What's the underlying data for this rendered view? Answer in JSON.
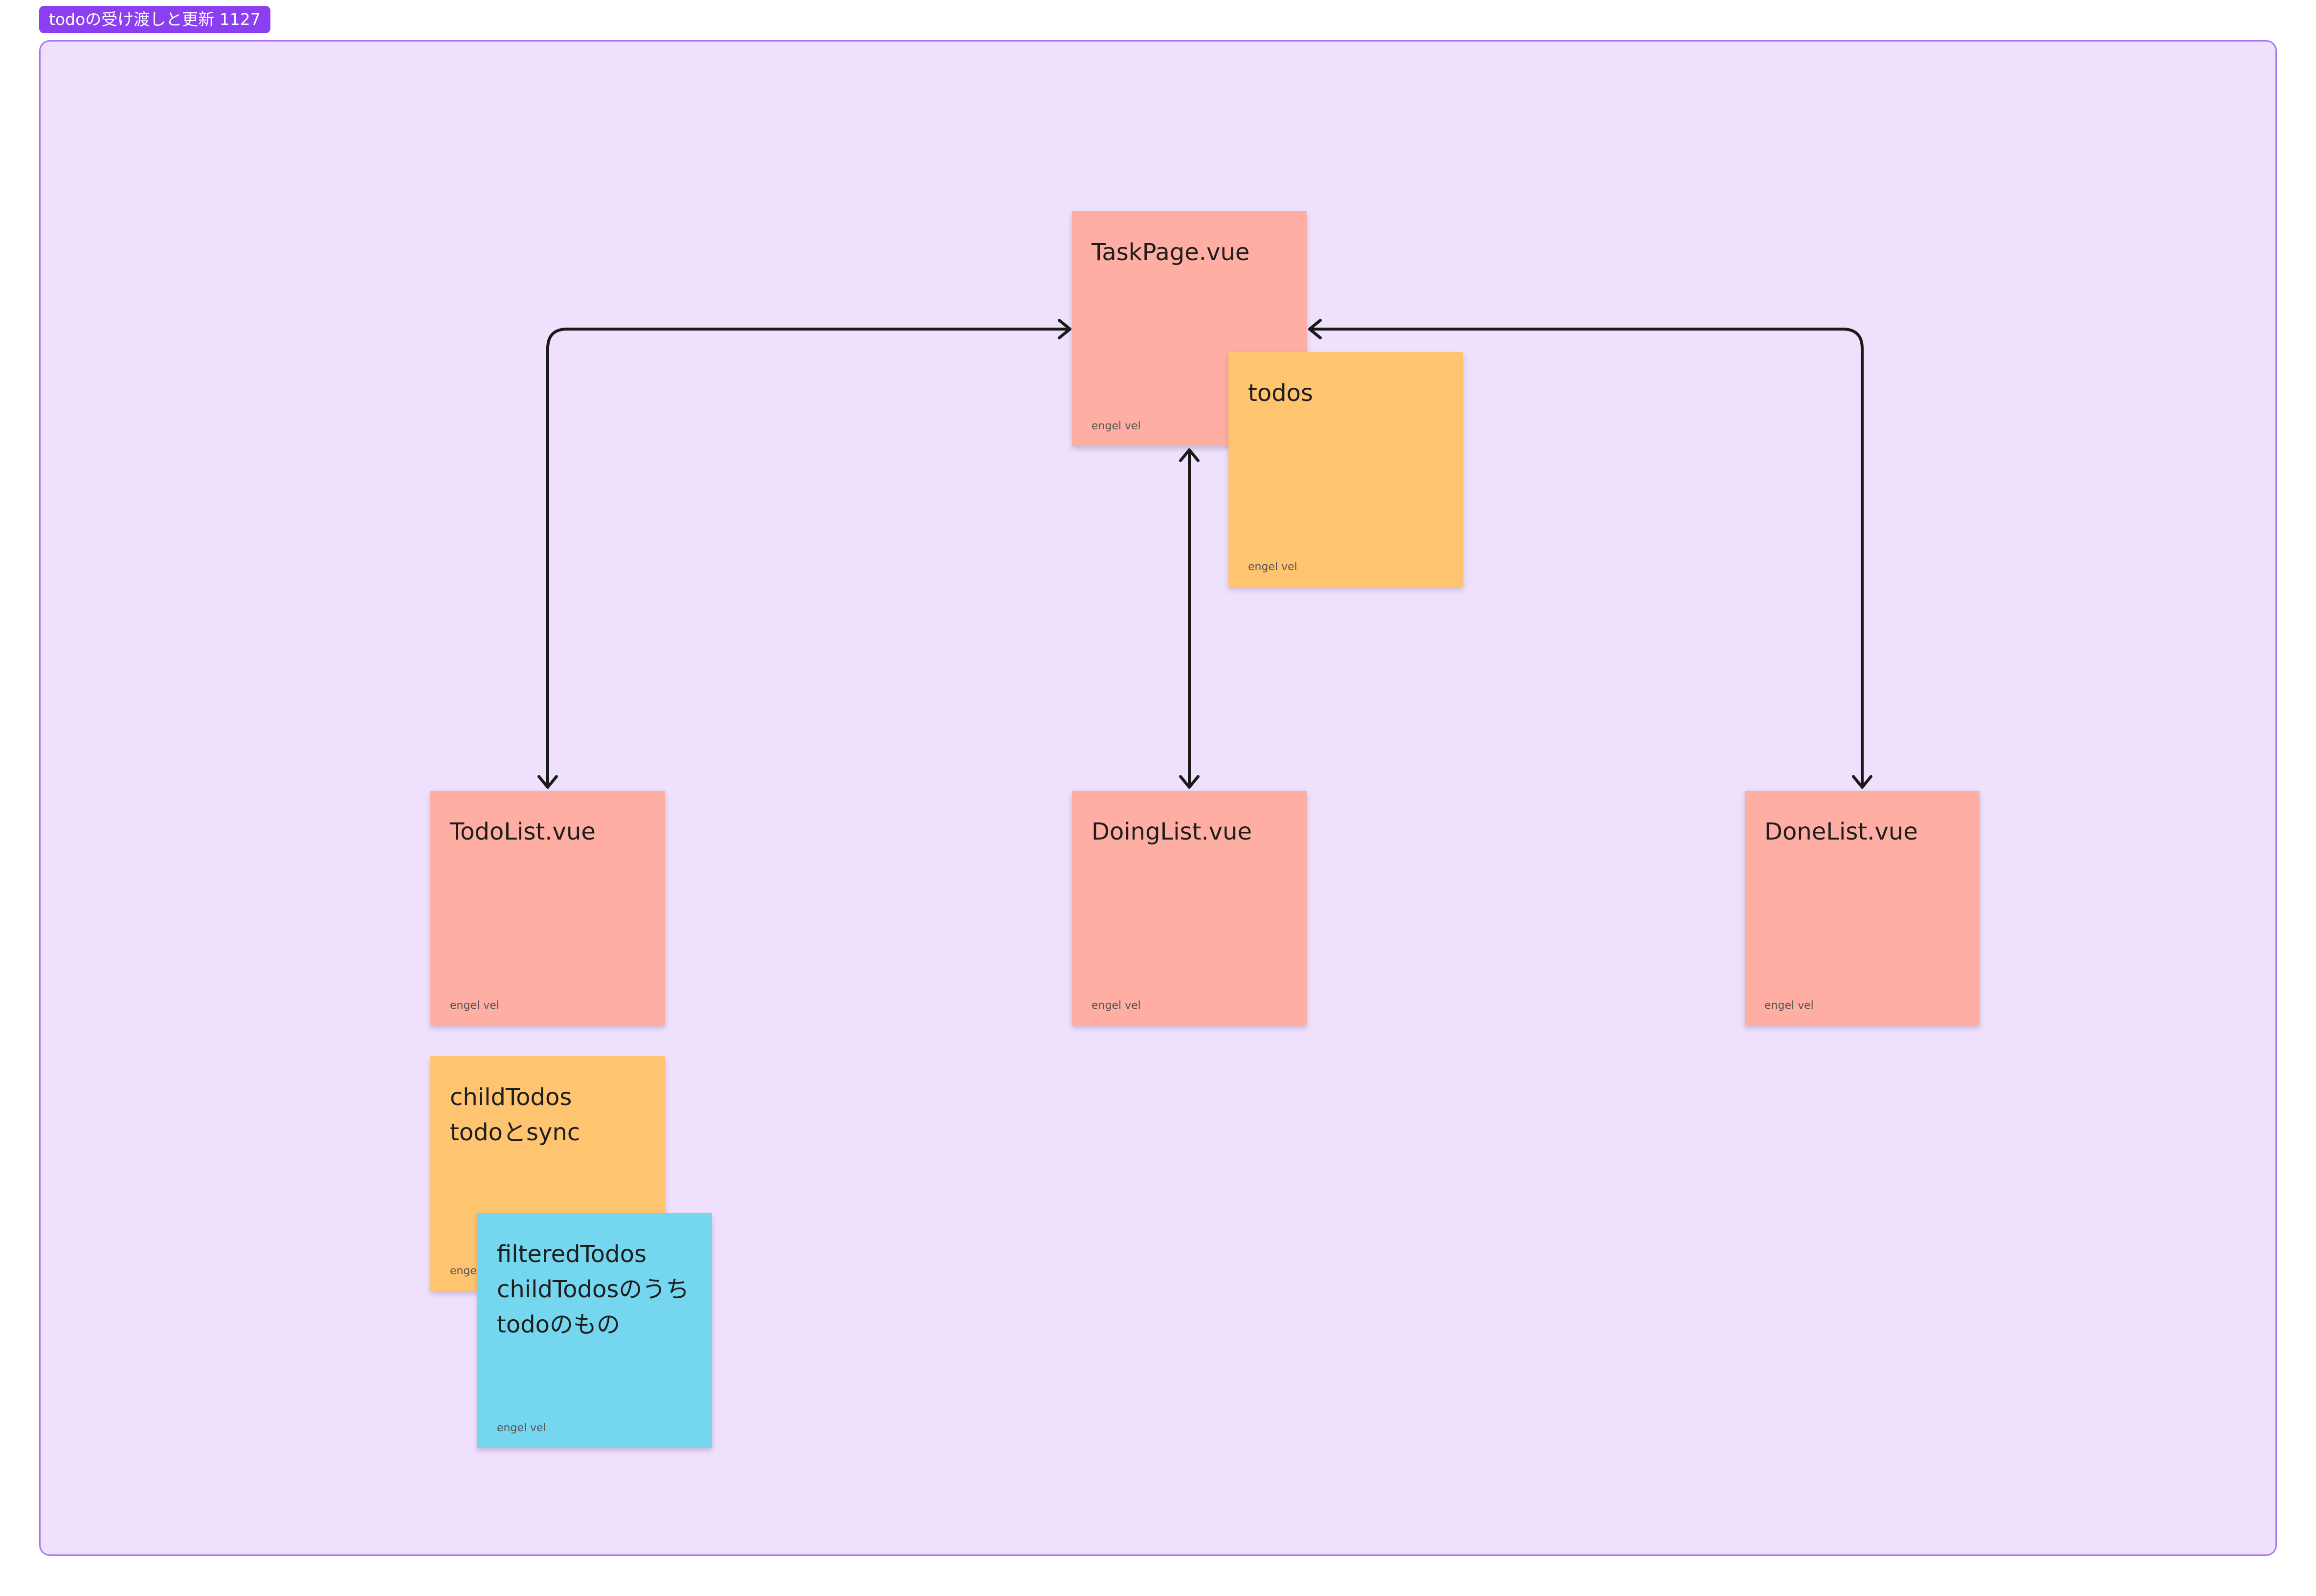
{
  "section": {
    "title": "todoの受け渡しと更新 1127",
    "fill_color": "#efe1fd",
    "border_color": "#a874f2",
    "label_color": "#8b3ff0"
  },
  "stickies": {
    "taskpage": {
      "text": "TaskPage.vue",
      "author": "engel vel",
      "color": "#ffaea3"
    },
    "todos": {
      "text": "todos",
      "author": "engel vel",
      "color": "#ffc470"
    },
    "todolist": {
      "text": "TodoList.vue",
      "author": "engel vel",
      "color": "#ffaea3"
    },
    "doinglist": {
      "text": "DoingList.vue",
      "author": "engel vel",
      "color": "#ffaea3"
    },
    "donelist": {
      "text": "DoneList.vue",
      "author": "engel vel",
      "color": "#ffaea3"
    },
    "childtodos": {
      "text": "childTodos\ntodoとsync",
      "author": "engel vel",
      "color": "#ffc470"
    },
    "filteredtodos": {
      "text": "filteredTodos\nchildTodosのうち\ntodoのもの",
      "author": "engel vel",
      "color": "#74d7ef"
    }
  },
  "connectors": [
    {
      "from": "TaskPage.vue",
      "to": "TodoList.vue",
      "arrows": "both"
    },
    {
      "from": "TaskPage.vue",
      "to": "DoingList.vue",
      "arrows": "both"
    },
    {
      "from": "TaskPage.vue",
      "to": "DoneList.vue",
      "arrows": "both"
    }
  ]
}
